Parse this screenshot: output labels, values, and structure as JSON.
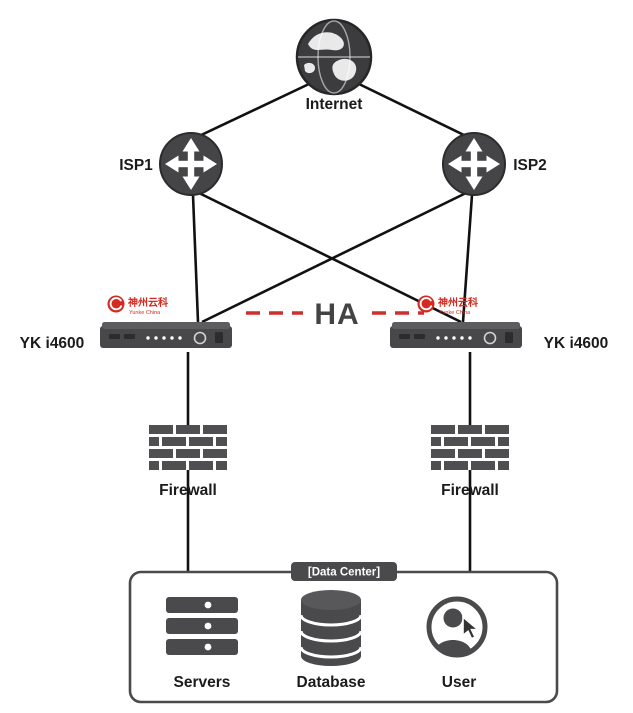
{
  "diagram": {
    "type": "network-topology",
    "background": "#ffffff",
    "line_color": "#111111",
    "ha_color": "#cf2e2e",
    "node_color": "#48484a",
    "labels": {
      "internet": "Internet",
      "isp1": "ISP1",
      "isp2": "ISP2",
      "lb_left": "YK i4600",
      "lb_right": "YK i4600",
      "ha": "HA",
      "firewall_left": "Firewall",
      "firewall_right": "Firewall",
      "datacenter": "[Data Center]",
      "servers": "Servers",
      "database": "Database",
      "user": "User"
    },
    "vendor": {
      "name": "神州云科",
      "sub": "Yunke China"
    },
    "connections": [
      {
        "from": "internet",
        "to": "isp1"
      },
      {
        "from": "internet",
        "to": "isp2"
      },
      {
        "from": "isp1",
        "to": "lb-left"
      },
      {
        "from": "isp1",
        "to": "lb-right"
      },
      {
        "from": "isp2",
        "to": "lb-left"
      },
      {
        "from": "isp2",
        "to": "lb-right"
      },
      {
        "from": "lb-left",
        "to": "lb-right",
        "type": "ha-dashed-red"
      },
      {
        "from": "lb-left",
        "to": "firewall-left"
      },
      {
        "from": "lb-right",
        "to": "firewall-right"
      },
      {
        "from": "firewall-left",
        "to": "datacenter"
      },
      {
        "from": "firewall-right",
        "to": "datacenter"
      }
    ]
  }
}
